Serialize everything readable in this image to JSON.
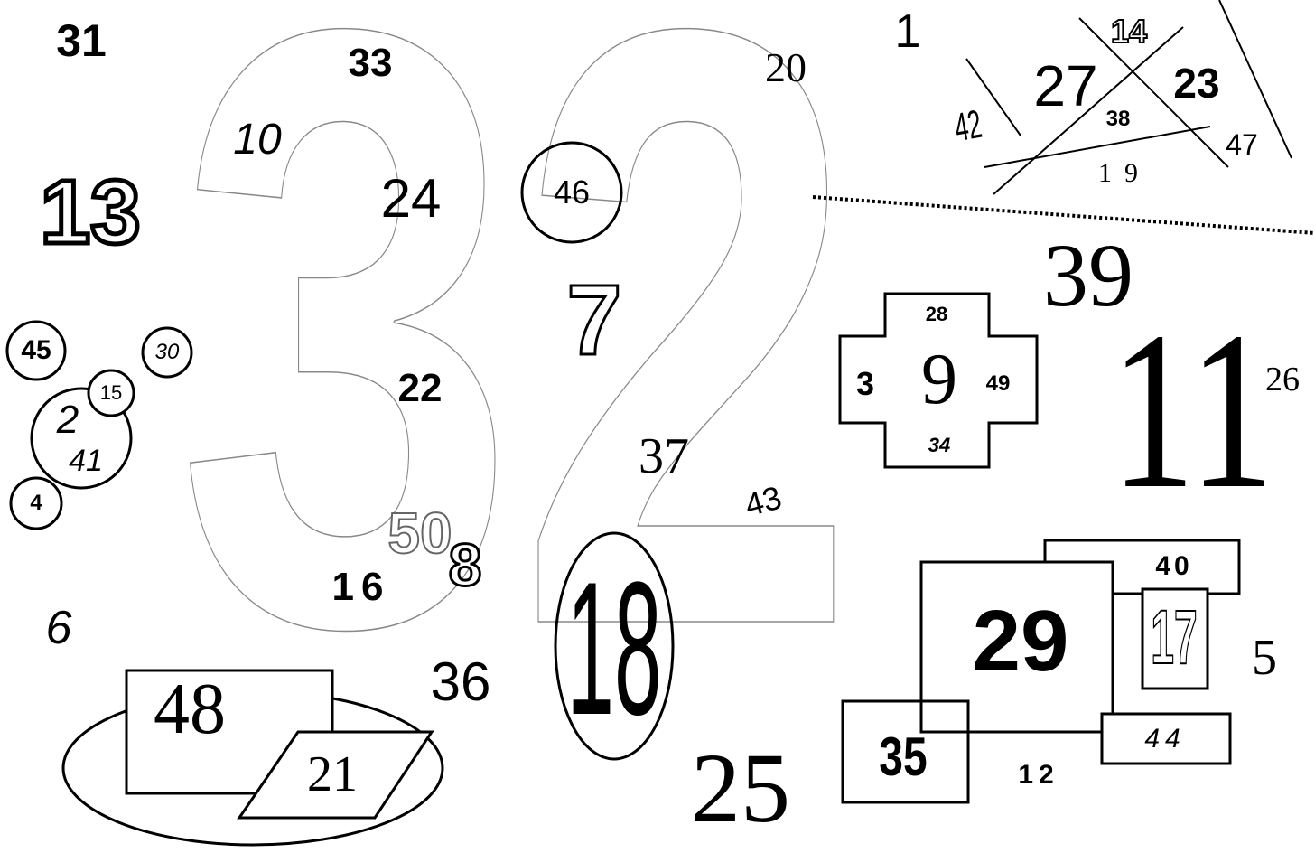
{
  "title_number": "32",
  "numbers": [
    "1",
    "2",
    "3",
    "4",
    "5",
    "6",
    "7",
    "8",
    "9",
    "10",
    "11",
    "12",
    "13",
    "14",
    "15",
    "16",
    "17",
    "18",
    "19",
    "20",
    "21",
    "22",
    "23",
    "24",
    "25",
    "26",
    "27",
    "28",
    "29",
    "30",
    "31",
    "33",
    "34",
    "35",
    "36",
    "37",
    "38",
    "39",
    "40",
    "41",
    "42",
    "43",
    "44",
    "45",
    "46",
    "47",
    "48",
    "49",
    "50"
  ]
}
